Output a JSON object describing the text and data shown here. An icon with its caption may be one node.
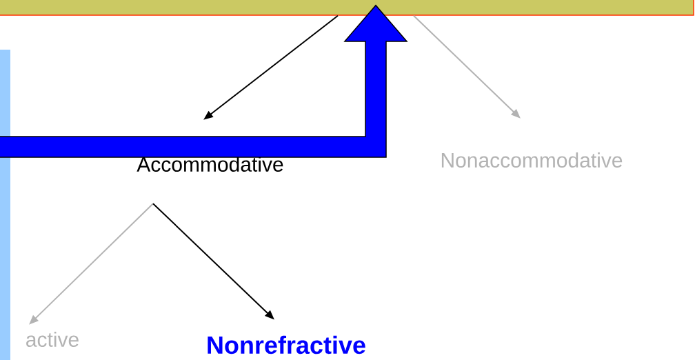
{
  "diagram": {
    "nodes": [
      {
        "text": [],
        "shape": "box"
      },
      {
        "text": [
          "Accommodative"
        ]
      },
      {
        "text": [
          "Nonaccommodative"
        ]
      },
      {
        "text": [
          "active"
        ]
      },
      {
        "text": [
          "Nonrefractive"
        ]
      },
      {
        "text": [],
        "shape": "bar"
      }
    ],
    "edges": [
      {
        "from": 0,
        "to": 1,
        "arrow": "to"
      },
      {
        "from": 0,
        "to": 2,
        "arrow": "to",
        "color": "#b3b3b3"
      },
      {
        "from": 1,
        "to": 3,
        "arrow": "to",
        "color": "#b3b3b3"
      },
      {
        "from": 1,
        "to": 4,
        "arrow": "to"
      },
      {
        "from": null,
        "to": 0,
        "arrow": "to",
        "style": "thick",
        "color": "#0000ff"
      }
    ]
  }
}
